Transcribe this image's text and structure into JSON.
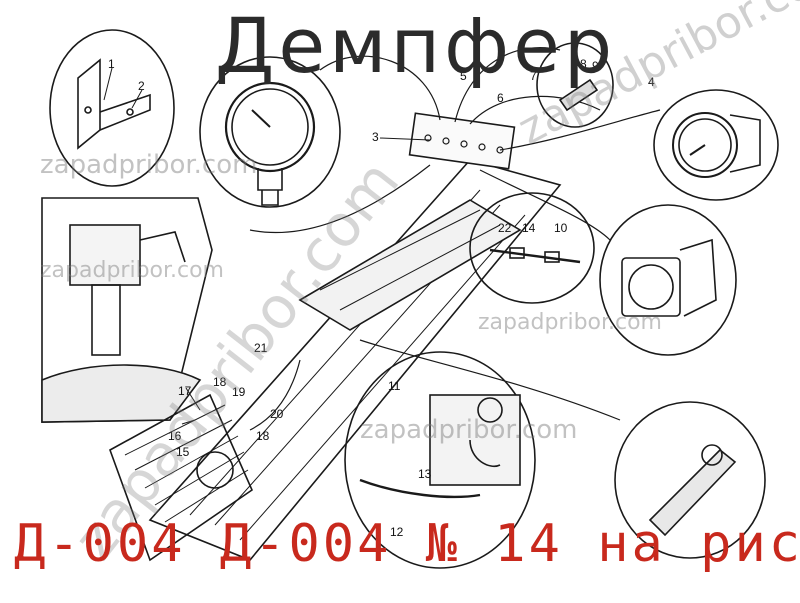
{
  "title": "Демпфер",
  "caption": "Д-004  Д-004 № 14 на рис.",
  "watermarks": [
    "zapadpribor.com",
    "zapadpribor.com",
    "zapadpribor.com",
    "zapadpribor.com",
    "zapadpribor.com",
    "zapadpribor.com"
  ],
  "callouts": [
    "1",
    "2",
    "3",
    "4",
    "5",
    "6",
    "7",
    "8",
    "9",
    "10",
    "11",
    "12",
    "13",
    "14",
    "15",
    "16",
    "17",
    "18",
    "19",
    "20",
    "21",
    "22",
    "18"
  ],
  "colors": {
    "title": "#2b2b2b",
    "caption": "#c8291d",
    "line": "#1a1a1a"
  }
}
